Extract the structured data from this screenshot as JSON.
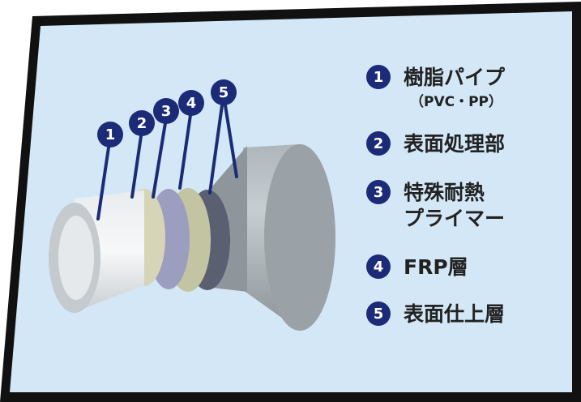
{
  "colors": {
    "frame": "#111111",
    "panel": "#d3e7f6",
    "marker": "#1b2b78",
    "callout_line": "#1b2b78"
  },
  "markers": [
    "1",
    "2",
    "3",
    "4",
    "5"
  ],
  "legend": [
    {
      "number": "1",
      "label": "樹脂パイプ",
      "sub": "（PVC・PP）"
    },
    {
      "number": "2",
      "label": "表面処理部",
      "sub": ""
    },
    {
      "number": "3",
      "label": "特殊耐熱\nプライマー",
      "sub": ""
    },
    {
      "number": "4",
      "label": "FRP層",
      "sub": ""
    },
    {
      "number": "5",
      "label": "表面仕上層",
      "sub": ""
    }
  ]
}
